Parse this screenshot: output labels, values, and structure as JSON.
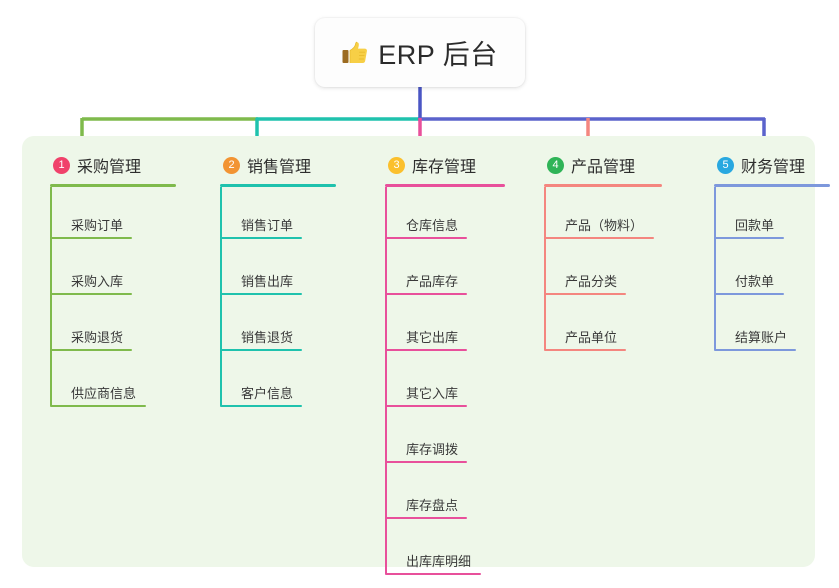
{
  "diagram": {
    "root": {
      "icon": "thumbs-up-emoji",
      "label": "ERP 后台"
    },
    "panel_color": "#eef7e9",
    "columns": [
      {
        "number": "1",
        "label": "采购管理",
        "badge_color": "#f0426b",
        "line_color": "#7fba4c",
        "head_rule_width": 126,
        "leaves": [
          {
            "label": "采购订单",
            "rule_width": 82
          },
          {
            "label": "采购入库",
            "rule_width": 82
          },
          {
            "label": "采购退货",
            "rule_width": 82
          },
          {
            "label": "供应商信息",
            "rule_width": 96
          }
        ]
      },
      {
        "number": "2",
        "label": "销售管理",
        "badge_color": "#f29433",
        "line_color": "#1fc2ad",
        "head_rule_width": 116,
        "leaves": [
          {
            "label": "销售订单",
            "rule_width": 82
          },
          {
            "label": "销售出库",
            "rule_width": 82
          },
          {
            "label": "销售退货",
            "rule_width": 82
          },
          {
            "label": "客户信息",
            "rule_width": 82
          }
        ]
      },
      {
        "number": "3",
        "label": "库存管理",
        "badge_color": "#fbc02d",
        "line_color": "#e8509b",
        "head_rule_width": 120,
        "leaves": [
          {
            "label": "仓库信息",
            "rule_width": 82
          },
          {
            "label": "产品库存",
            "rule_width": 82
          },
          {
            "label": "其它出库",
            "rule_width": 82
          },
          {
            "label": "其它入库",
            "rule_width": 82
          },
          {
            "label": "库存调拨",
            "rule_width": 82
          },
          {
            "label": "库存盘点",
            "rule_width": 82
          },
          {
            "label": "出库库明细",
            "rule_width": 96
          }
        ]
      },
      {
        "number": "4",
        "label": "产品管理",
        "badge_color": "#2fb457",
        "line_color": "#f4867f",
        "head_rule_width": 118,
        "leaves": [
          {
            "label": "产品（物料）",
            "rule_width": 110
          },
          {
            "label": "产品分类",
            "rule_width": 82
          },
          {
            "label": "产品单位",
            "rule_width": 82
          }
        ]
      },
      {
        "number": "5",
        "label": "财务管理",
        "badge_color": "#29a8e0",
        "line_color": "#7d98dc",
        "head_rule_width": 116,
        "leaves": [
          {
            "label": "回款单",
            "rule_width": 70
          },
          {
            "label": "付款单",
            "rule_width": 70
          },
          {
            "label": "结算账户",
            "rule_width": 82
          }
        ]
      }
    ],
    "connector": {
      "stem_color": "#4a56c4",
      "bus_segment_1_color": "#7fba4c",
      "bus_segment_2_color": "#1fc2ad",
      "bus_segment_3_color": "#5b63cc"
    }
  }
}
